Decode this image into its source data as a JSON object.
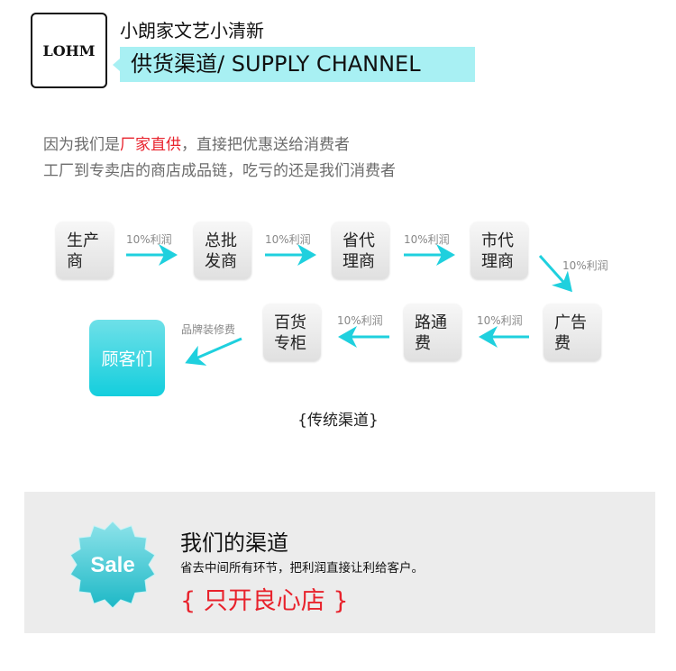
{
  "header": {
    "logo": "LOHM",
    "brand": "小朗家文艺小清新",
    "title": "供货渠道/ SUPPLY CHANNEL"
  },
  "intro": {
    "line1_a": "因为我们是",
    "line1_highlight": "厂家直供",
    "line1_b": "，直接把优惠送给消费者",
    "line2": "工厂到专卖店的商店成品链，吃亏的还是我们消费者"
  },
  "diagram": {
    "nodes": [
      {
        "l1": "生产",
        "l2": "商"
      },
      {
        "l1": "总批",
        "l2": "发商"
      },
      {
        "l1": "省代",
        "l2": "理商"
      },
      {
        "l1": "市代",
        "l2": "理商"
      },
      {
        "l1": "广告",
        "l2": "费"
      },
      {
        "l1": "路通",
        "l2": "费"
      },
      {
        "l1": "百货",
        "l2": "专柜"
      }
    ],
    "customer": "顾客们",
    "edge_labels": [
      "10%利润",
      "10%利润",
      "10%利润",
      "10%利润",
      "10%利润",
      "10%利润",
      "品牌装修费"
    ],
    "caption": "{传统渠道}",
    "accent": "#1fd0de"
  },
  "ours": {
    "badge": "Sale",
    "title": "我们的渠道",
    "subtitle": "省去中间所有环节，把利润直接让利给客户。",
    "slogan": "{ 只开良心店 }"
  }
}
